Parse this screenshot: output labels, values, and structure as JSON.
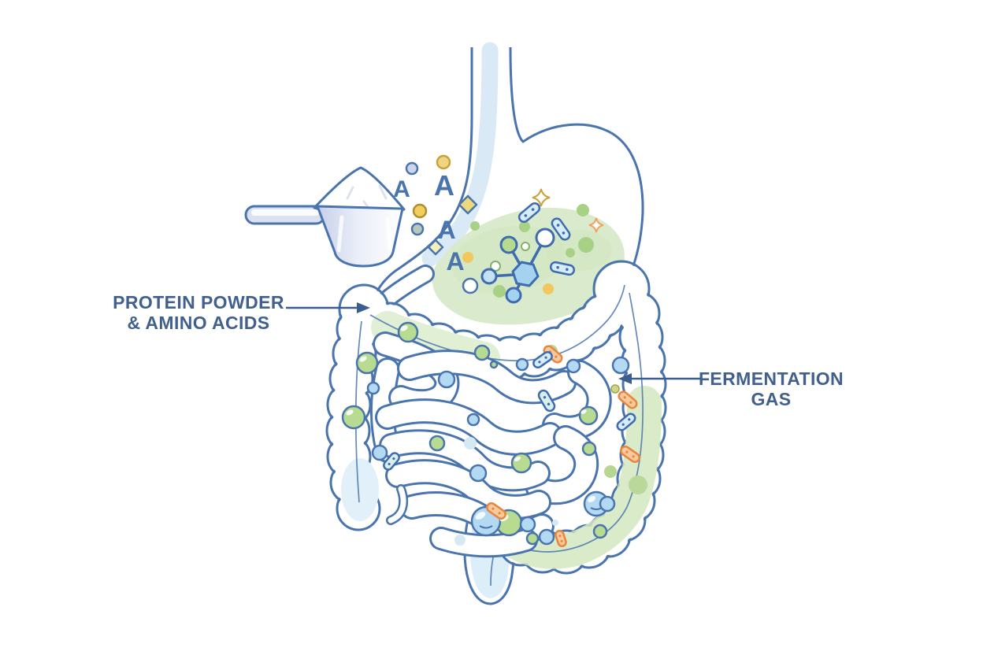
{
  "labels": {
    "protein_powder": {
      "line1": "PROTEIN POWDER",
      "line2": "& AMINO ACIDS"
    },
    "fermentation_gas": {
      "line1": "FERMENTATION",
      "line2": "GAS"
    }
  },
  "symbols": {
    "amino_acid_letter": "A"
  },
  "palette": {
    "outline_blue": "#4a74ae",
    "deep_blue": "#3f6cb0",
    "text_blue": "#41608e",
    "arrow_blue": "#3c5e8e",
    "stomach_content_green": "#d9ebcc",
    "colon_green_patch": "#d5e9c2",
    "bubble_green": "#b7db90",
    "bubble_blue": "#b3daf2",
    "bacteria_blue_fill": "#d6ecf6",
    "bacteria_orange": "#e8863e",
    "bacteria_orange_fill": "#f8c99c",
    "scoop_periwinkle": "#dbe0f2",
    "esophagus_inner_blue": "#d9e9f5",
    "rectum_inner_blue": "#dceef8",
    "molecule_blue": "#a5d3ef",
    "accent_yellow": "#ecd97e",
    "sparkle_tan": "#c9a23c",
    "sparkle_orange": "#f0a35c"
  },
  "scene": {
    "organs": [
      "esophagus",
      "stomach",
      "small-intestine",
      "large-intestine",
      "rectum",
      "appendix"
    ],
    "objects": [
      "protein-powder-scoop",
      "powder-mound",
      "amino-acid-symbols",
      "protein-molecule",
      "bacteria",
      "fermentation-gas-bubbles",
      "sparkles"
    ]
  }
}
